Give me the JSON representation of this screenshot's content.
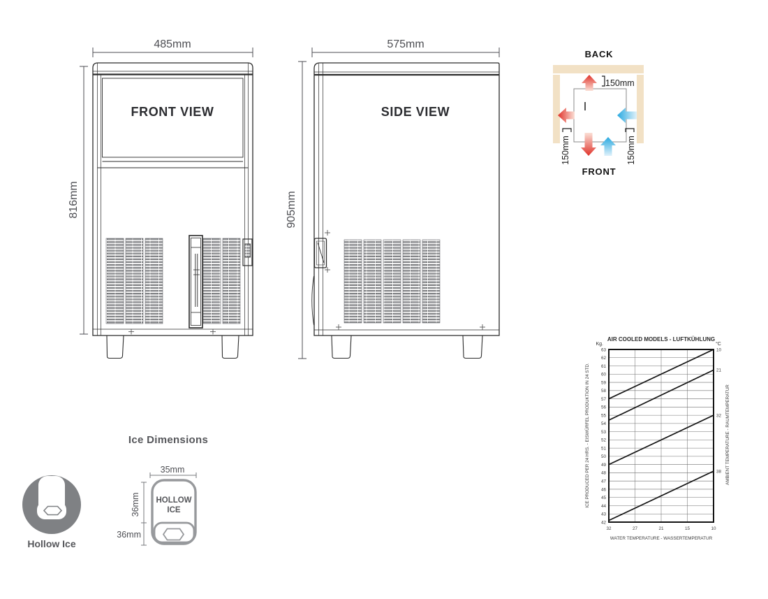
{
  "front_view": {
    "title": "FRONT VIEW",
    "width_label": "485mm",
    "height_label": "816mm"
  },
  "side_view": {
    "title": "SIDE VIEW",
    "width_label": "575mm",
    "height_label": "905mm"
  },
  "clearance": {
    "back_label": "BACK",
    "front_label": "FRONT",
    "top_clearance": "150mm",
    "left_clearance": "150mm",
    "right_clearance": "150mm",
    "colors": {
      "wall": "#f2e1c5",
      "hot_air": "#e0322a",
      "cold_air": "#29a9e0"
    }
  },
  "ice_dimensions": {
    "section_title": "Ice Dimensions",
    "type_label": "Hollow Ice",
    "cube_word1": "HOLLOW",
    "cube_word2": "ICE",
    "width_label": "35mm",
    "height_label": "36mm",
    "depth_label": "36mm"
  },
  "chart_data": {
    "type": "line",
    "title": "AIR COOLED MODELS - LUFTKÜHLUNG",
    "left_axis_unit": "Kg.",
    "right_axis_unit": "°C",
    "xlabel": "WATER TEMPERATURE - WASSERTEMPERATUR",
    "ylabel": "ICE PRODUCED PER 24 HRS. - EISWÜRFEL PRODUKTION IN 24 STD.",
    "right_axis_label": "AMBIENT TEMPERATURE - RAUMTEMPERATUR",
    "x_ticks": [
      32,
      27,
      21,
      15,
      10
    ],
    "x_reversed": true,
    "ylim": [
      42,
      63
    ],
    "y_tick_step": 1,
    "grid": true,
    "series": [
      {
        "name": "10",
        "ambient_c": 10,
        "water_temp_x": [
          32,
          10
        ],
        "kg_range": [
          57.0,
          63.0
        ]
      },
      {
        "name": "21",
        "ambient_c": 21,
        "water_temp_x": [
          32,
          10
        ],
        "kg_range": [
          54.4,
          60.5
        ]
      },
      {
        "name": "32",
        "ambient_c": 32,
        "water_temp_x": [
          32,
          10
        ],
        "kg_range": [
          49.0,
          55.0
        ]
      },
      {
        "name": "38",
        "ambient_c": 38,
        "water_temp_x": [
          32,
          10
        ],
        "kg_range": [
          42.2,
          48.2
        ]
      }
    ]
  }
}
